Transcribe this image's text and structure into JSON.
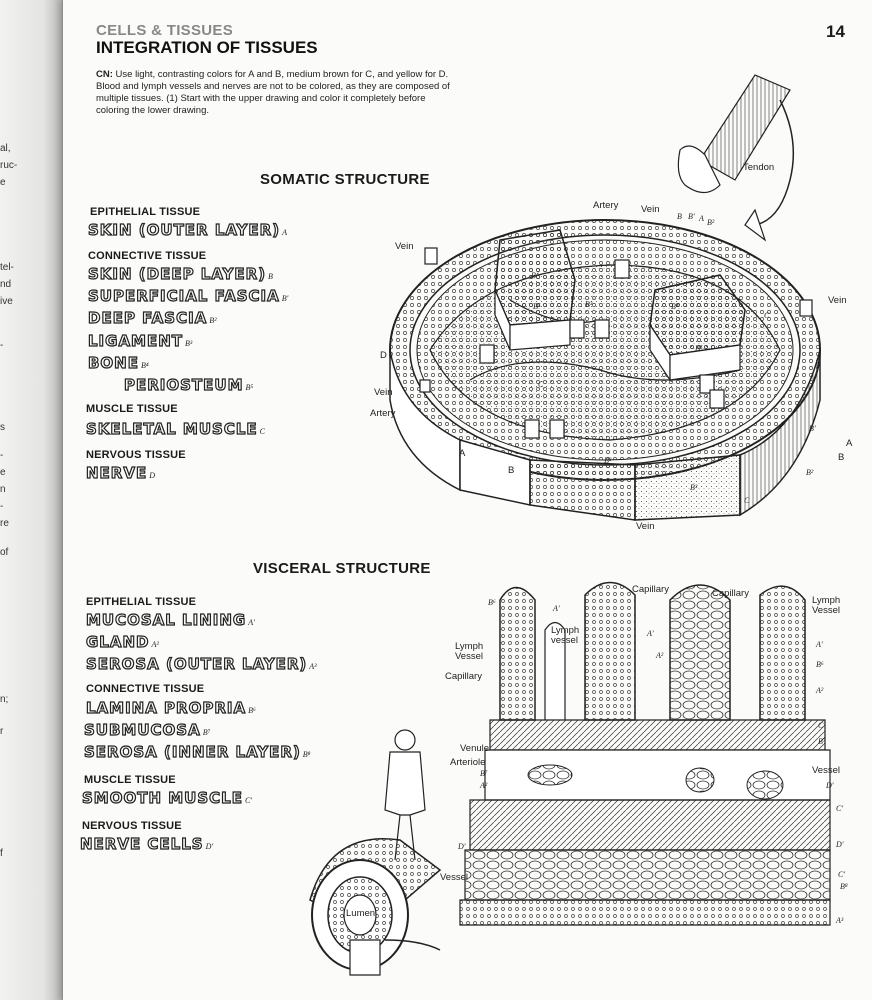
{
  "margin_fragments": [
    "al,",
    "ruc-",
    "e",
    "tel-",
    "nd",
    "ive",
    "-",
    "s",
    "-",
    "e",
    "n",
    "-",
    "re",
    "of",
    "n;",
    "r",
    "f"
  ],
  "header": {
    "subtitle": "CELLS & TISSUES",
    "title": "INTEGRATION OF TISSUES",
    "page_number": "14"
  },
  "instructions": {
    "prefix": "CN:",
    "text": "Use light, contrasting colors for A and B, medium brown for C, and yellow for D. Blood and lymph vessels and nerves are not to be colored, as they are composed of multiple tissues. (1) Start with the upper drawing and color it completely before coloring the lower drawing."
  },
  "somatic": {
    "title": "SOMATIC STRUCTURE",
    "epithelial": {
      "heading": "EPITHELIAL TISSUE",
      "items": [
        {
          "label": "SKIN (OUTER LAYER)",
          "sub": "A"
        }
      ]
    },
    "connective": {
      "heading": "CONNECTIVE TISSUE",
      "items": [
        {
          "label": "SKIN (DEEP LAYER)",
          "sub": "B"
        },
        {
          "label": "SUPERFICIAL FASCIA",
          "sub": "B'"
        },
        {
          "label": "DEEP FASCIA",
          "sub": "B²"
        },
        {
          "label": "LIGAMENT",
          "sub": "B³"
        },
        {
          "label": "BONE",
          "sub": "B⁴"
        },
        {
          "label": "PERIOSTEUM",
          "sub": "B⁵"
        }
      ]
    },
    "muscle": {
      "heading": "MUSCLE TISSUE",
      "items": [
        {
          "label": "SKELETAL MUSCLE",
          "sub": "C"
        }
      ]
    },
    "nervous": {
      "heading": "NERVOUS TISSUE",
      "items": [
        {
          "label": "NERVE",
          "sub": "D"
        }
      ]
    },
    "diagram_labels": {
      "tendon": "Tendon",
      "artery_top": "Artery",
      "vein_top": "Vein",
      "vein_left": "Vein",
      "vein_right": "Vein",
      "vein_mid": "Vein",
      "artery_mid": "Artery",
      "vein_bottom": "Vein",
      "d": "D",
      "a": "A",
      "b": "B",
      "b_dash": "B",
      "b1": "B'",
      "a_top": "A",
      "b2_top": "B²",
      "b3a": "B³",
      "b3b": "B³",
      "b4a": "B⁴",
      "b4b": "B⁴",
      "b5a": "B⁵",
      "b5b": "B⁵",
      "c1": "C",
      "c2": "C",
      "c3": "C",
      "a_right": "A",
      "b_right": "B",
      "b_prime_right": "B'",
      "b2_right": "B²",
      "b6": "B³"
    }
  },
  "visceral": {
    "title": "VISCERAL STRUCTURE",
    "epithelial": {
      "heading": "EPITHELIAL TISSUE",
      "items": [
        {
          "label": "MUCOSAL LINING",
          "sub": "A'"
        },
        {
          "label": "GLAND",
          "sub": "A²"
        },
        {
          "label": "SEROSA (OUTER LAYER)",
          "sub": "A³"
        }
      ]
    },
    "connective": {
      "heading": "CONNECTIVE TISSUE",
      "items": [
        {
          "label": "LAMINA PROPRIA",
          "sub": "B⁶"
        },
        {
          "label": "SUBMUCOSA",
          "sub": "B⁷"
        },
        {
          "label": "SEROSA (INNER LAYER)",
          "sub": "B⁸"
        }
      ]
    },
    "muscle": {
      "heading": "MUSCLE TISSUE",
      "items": [
        {
          "label": "SMOOTH MUSCLE",
          "sub": "C'"
        }
      ]
    },
    "nervous": {
      "heading": "NERVOUS TISSUE",
      "items": [
        {
          "label": "NERVE CELLS",
          "sub": "D'"
        }
      ]
    },
    "diagram_labels": {
      "capillary_top1": "Capillary",
      "capillary_top2": "Capillary",
      "lymph_vessel_right": "Lymph Vessel",
      "lymph_vessel_inner": "Lymph vessel",
      "lymph_vessel_left": "Lymph Vessel",
      "capillary_left": "Capillary",
      "venule": "Venule",
      "arteriole": "Arteriole",
      "vessel_right": "Vessel",
      "vessel_bottom": "Vessel",
      "lumen": "Lumen",
      "b6_left": "B⁶",
      "a1_top": "A'",
      "a1_mid": "A'",
      "a2_mid": "A²",
      "a1_right": "A'",
      "b6_right": "B⁶",
      "a2_right": "A²",
      "c1_right": "C'",
      "b7_right": "B⁷",
      "d1_right": "D'",
      "c1_low": "C'",
      "d1_low": "D'",
      "c1_b8": "C'",
      "b8_right": "B⁸",
      "a3_right": "A³",
      "b7_left": "B⁷",
      "a2_left": "A²",
      "d1_left": "D'"
    }
  }
}
